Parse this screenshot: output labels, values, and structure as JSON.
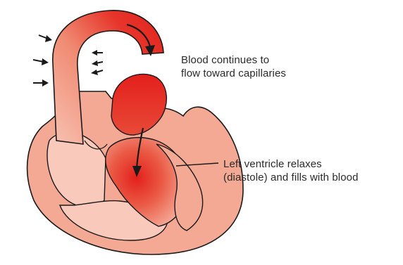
{
  "annotations": {
    "aorta_flow": {
      "line1": "Blood continues to",
      "line2": "flow toward capillaries"
    },
    "ventricle": {
      "line1": "Left ventricle relaxes",
      "line2": "(diastole) and fills with blood"
    }
  },
  "colors": {
    "tissue_fill": "#f4a994",
    "tissue_light": "#f9c9bb",
    "outline": "#1a1a1a",
    "blood_red": "#e3201b",
    "background": "#ffffff"
  }
}
